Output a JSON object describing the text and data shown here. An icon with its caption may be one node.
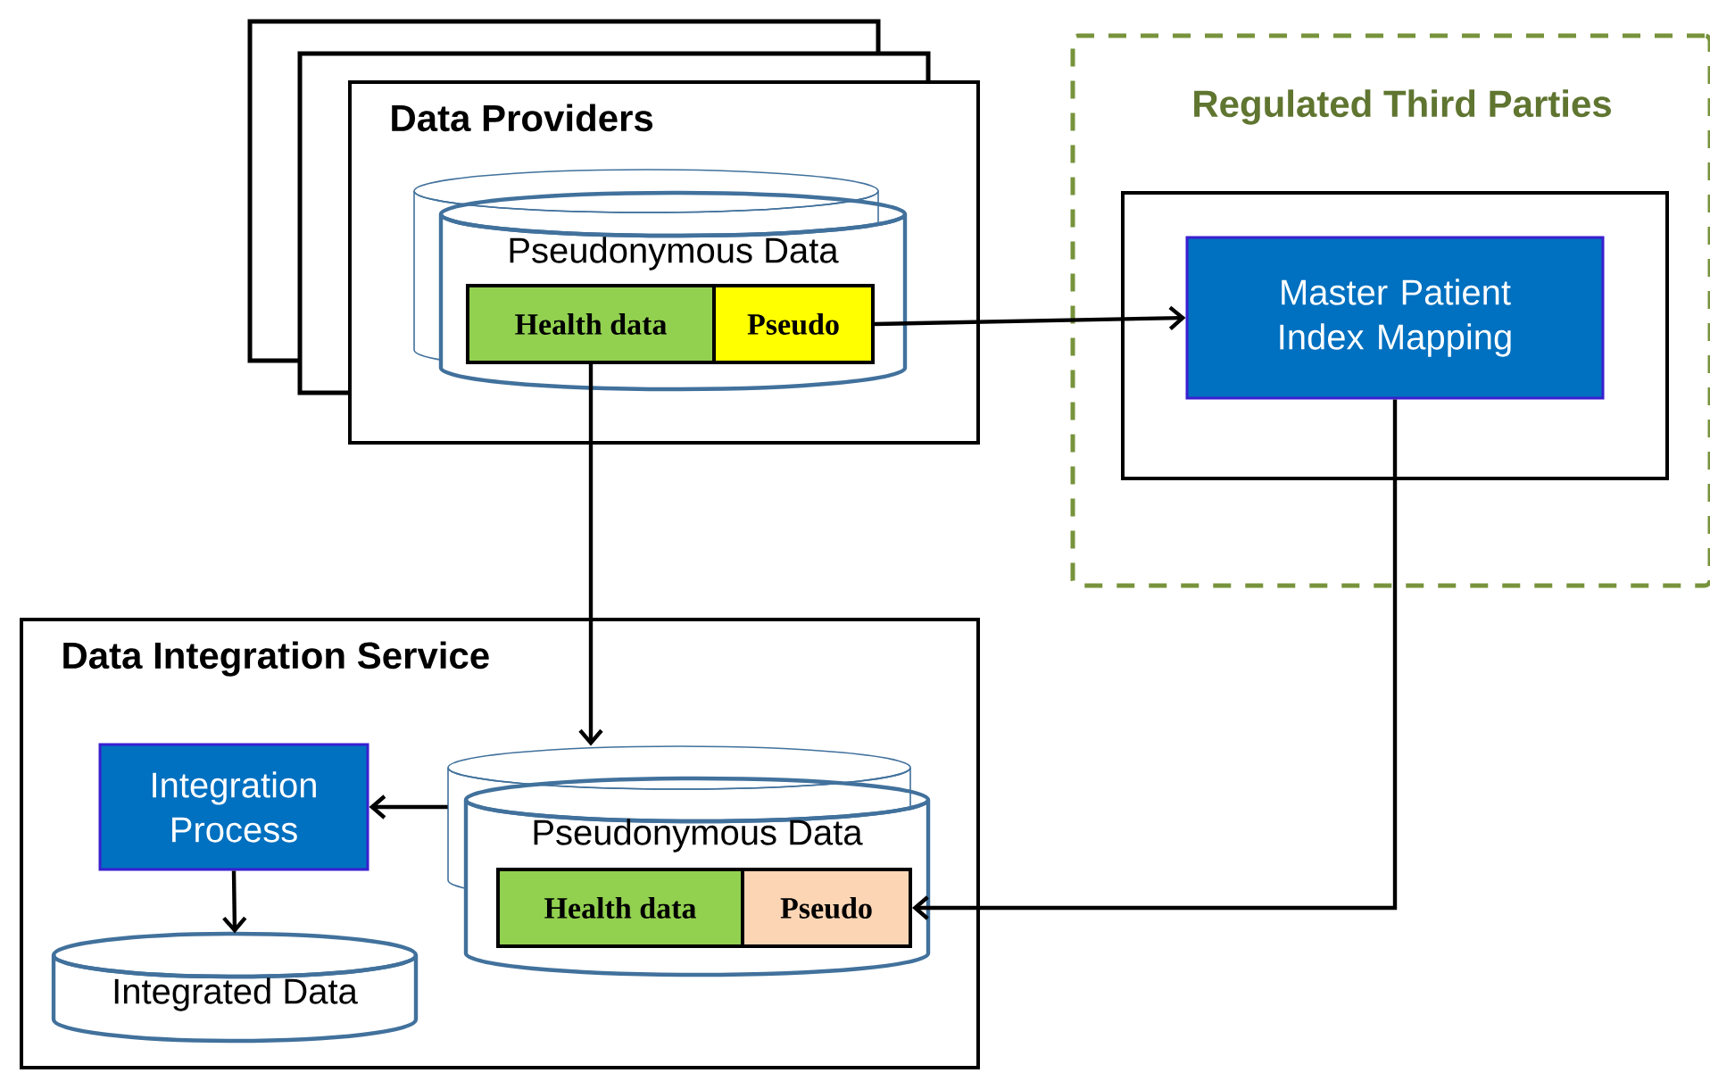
{
  "diagram": {
    "nodes": [
      {
        "text": [
          "Data Providers"
        ]
      },
      {
        "text": [
          "Pseudonymous Data"
        ],
        "in": 0
      },
      {
        "text": [
          "Health data"
        ],
        "in": 1
      },
      {
        "text": [
          "Pseudo"
        ],
        "in": 1
      },
      {
        "text": [
          "Regulated Third Parties"
        ]
      },
      {
        "text": [],
        "shape": "box",
        "in": 4
      },
      {
        "text": [
          "Master Patient Index Mapping"
        ],
        "in": 5
      },
      {
        "text": [
          "Data Integration Service"
        ]
      },
      {
        "text": [
          "Integration Process"
        ],
        "in": 7
      },
      {
        "text": [
          "Integrated Data"
        ],
        "in": 7
      },
      {
        "text": [
          "Pseudonymous Data"
        ],
        "in": 7
      },
      {
        "text": [
          "Health data"
        ],
        "in": 10
      },
      {
        "text": [
          "Pseudo"
        ],
        "in": 10
      }
    ],
    "edges": [
      {
        "from": 3,
        "to": 6,
        "arrow": "to"
      },
      {
        "from": 2,
        "to": 10,
        "arrow": "to"
      },
      {
        "from": 6,
        "to": 12,
        "arrow": "to"
      },
      {
        "from": 10,
        "to": 8,
        "arrow": "to"
      },
      {
        "from": 8,
        "to": 9,
        "arrow": "to"
      }
    ]
  }
}
